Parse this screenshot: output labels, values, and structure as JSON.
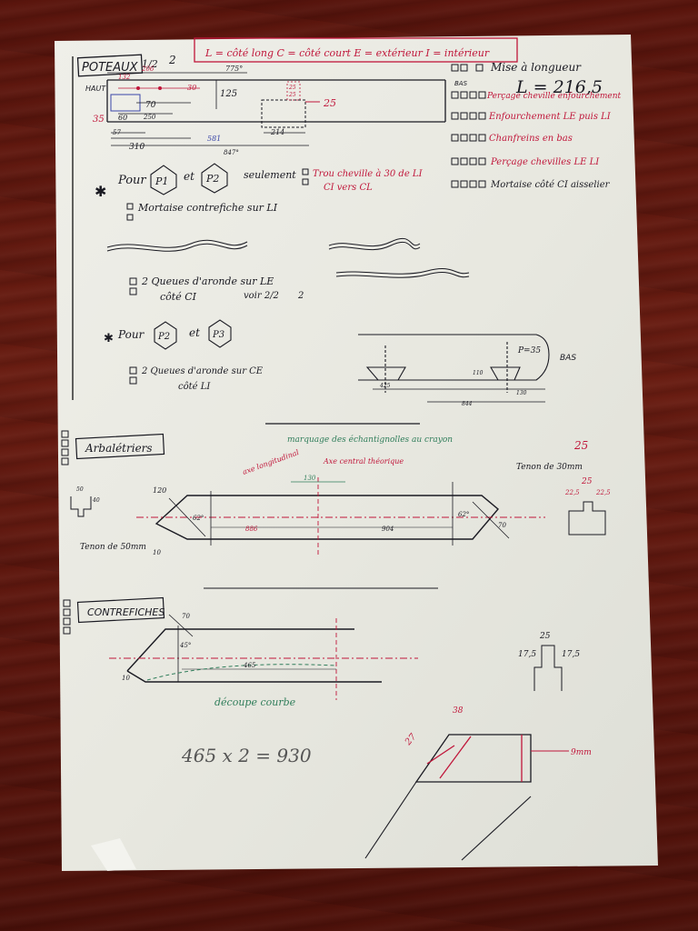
{
  "header": {
    "title": "POTEAUX",
    "page": "1/2",
    "page_note": "2",
    "legend": "L = côté long   C = côté court   E = extérieur   I = intérieur"
  },
  "poteaux": {
    "haut": "HAUT",
    "bas": "BAS",
    "dims": [
      "775°",
      "206",
      "132",
      "30",
      "125",
      "70",
      "60",
      "250",
      "35",
      "25",
      "57",
      "214",
      "310",
      "581",
      "847°",
      "25",
      "25"
    ],
    "total_length": "L = 216,5",
    "checklist": [
      "Mise à longueur",
      "Perçage cheville enfourchement",
      "Enfourchement LE puis LI",
      "Chanfreins en bas",
      "Perçage chevilles LE LI",
      "Mortaise côté CI aisselier"
    ],
    "note1_prefix": "Pour",
    "note1_p1": "P1",
    "note1_and": "et",
    "note1_p2": "P2",
    "note1_suffix": "seulement",
    "note1_hole": "Trou cheville à 30 de LI",
    "note1_hole2": "CI vers CL",
    "note1_mortaise": "Mortaise contrefiche sur LI",
    "queues1": "2 Queues d'aronde sur LE",
    "queues1b": "côté CI",
    "voir": "voir 2/2",
    "voir_n": "2",
    "note2_prefix": "Pour",
    "note2_p2": "P2",
    "note2_and": "et",
    "note2_p3": "P3",
    "queues2": "2 Queues d'aronde sur CE",
    "queues2b": "côté LI",
    "p_label": "P=35",
    "bas2": "BAS",
    "d_425": "425",
    "d_110": "110",
    "d_130": "130",
    "d_844": "844"
  },
  "arbaletriers": {
    "title": "Arbalétriers",
    "note_green": "marquage des échantignolles au crayon",
    "note_red1": "axe longitudinal",
    "note_red2": "Axe central théorique",
    "d_130": "130",
    "d_120": "120",
    "d_62": "62°",
    "d_886": "886",
    "d_904": "904",
    "d_62b": "62°",
    "d_70": "70",
    "d_10": "10",
    "tenon_note": "Tenon de 50mm",
    "tenon_note2": "Tenon de 30mm",
    "tenon_25": "25",
    "tenon_25b": "25",
    "d_225a": "22,5",
    "d_225b": "22,5",
    "d_50": "50",
    "d_40": "40"
  },
  "contrefiches": {
    "title": "CONTREFICHES",
    "d_70": "70",
    "d_45": "45°",
    "d_465": "465",
    "d_10": "10",
    "note_green": "découpe courbe",
    "calc": "465 x 2 = 930",
    "d_25": "25",
    "d_175a": "17,5",
    "d_175b": "17,5",
    "d_38": "38",
    "d_27": "27",
    "d_mm": "9mm"
  },
  "colors": {
    "paper": "#eae9e2",
    "ink": "#1a1a22",
    "red": "#c0163a",
    "green": "#2f7d5a",
    "blue": "#3a46a8",
    "wood": "#5e180f"
  }
}
